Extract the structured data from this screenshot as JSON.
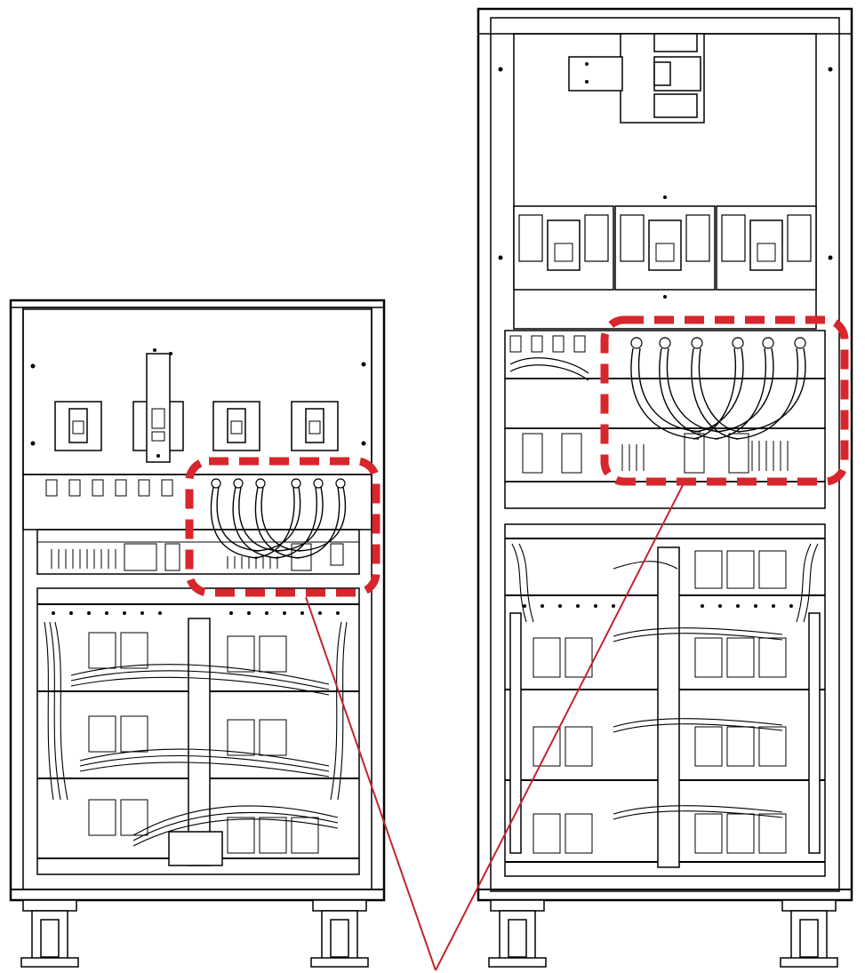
{
  "figure": {
    "kind": "ups-cabinet-front-view-line-drawing",
    "cabinets": [
      {
        "id": "small-cabinet",
        "breaker_count": 4,
        "battery_shelves": 3
      },
      {
        "id": "large-cabinet",
        "breaker_count": 4,
        "battery_shelves": 3
      }
    ],
    "callout": {
      "subject": "input-output-busbar-and-cable-terminals",
      "highlight_style": "dashed-rounded-rectangle",
      "leader_count": 2
    }
  },
  "colors": {
    "line": "#000000",
    "background": "#ffffff",
    "highlight": "#d7262c",
    "leader": "#c0262c"
  }
}
